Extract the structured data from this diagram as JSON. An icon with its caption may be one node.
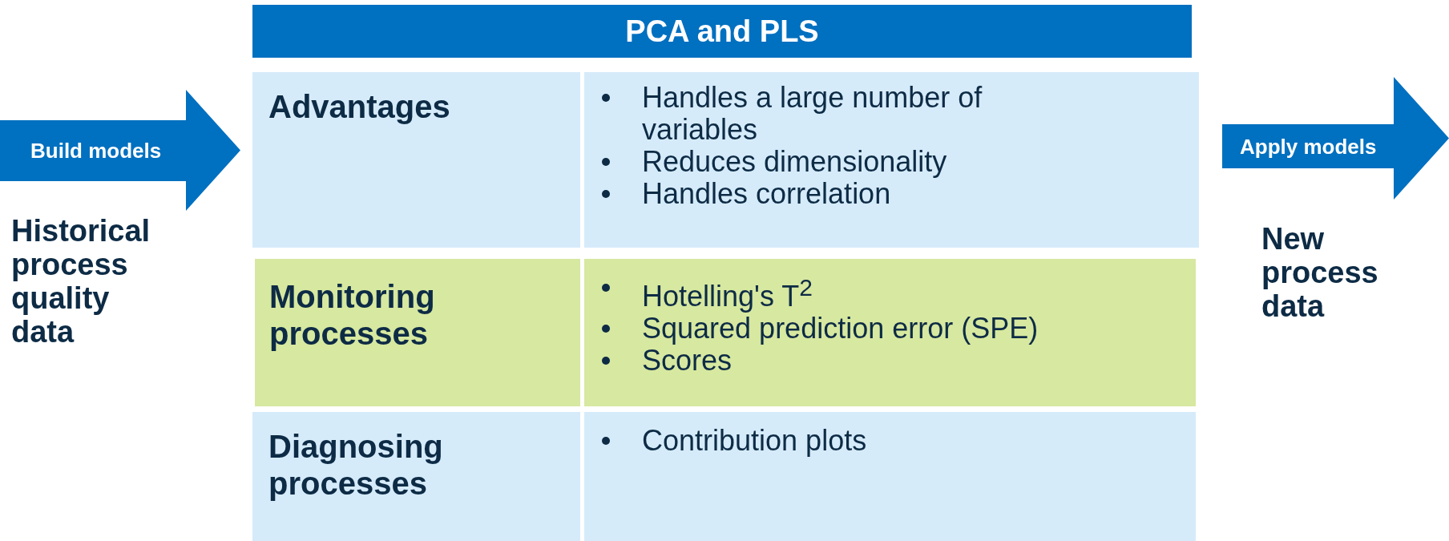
{
  "diagram": {
    "nodes": [
      {
        "text": [
          "Build models"
        ]
      },
      {
        "text": [
          "Historical process quality data"
        ]
      },
      {
        "text": [
          "PCA and PLS"
        ]
      },
      {
        "text": [
          "Advantages"
        ]
      },
      {
        "text": [
          "Handles a large number of variables",
          "Reduces dimensionality",
          "Handles correlation"
        ]
      },
      {
        "text": [
          "Monitoring processes"
        ]
      },
      {
        "text": [
          "Hotelling's T$^{2}$",
          "Squared prediction error (SPE)",
          "Scores"
        ]
      },
      {
        "text": [
          "Diagnosing processes"
        ]
      },
      {
        "text": [
          "Contribution plots"
        ]
      },
      {
        "text": [
          "Apply models"
        ]
      },
      {
        "text": [
          "New process data"
        ]
      }
    ]
  }
}
